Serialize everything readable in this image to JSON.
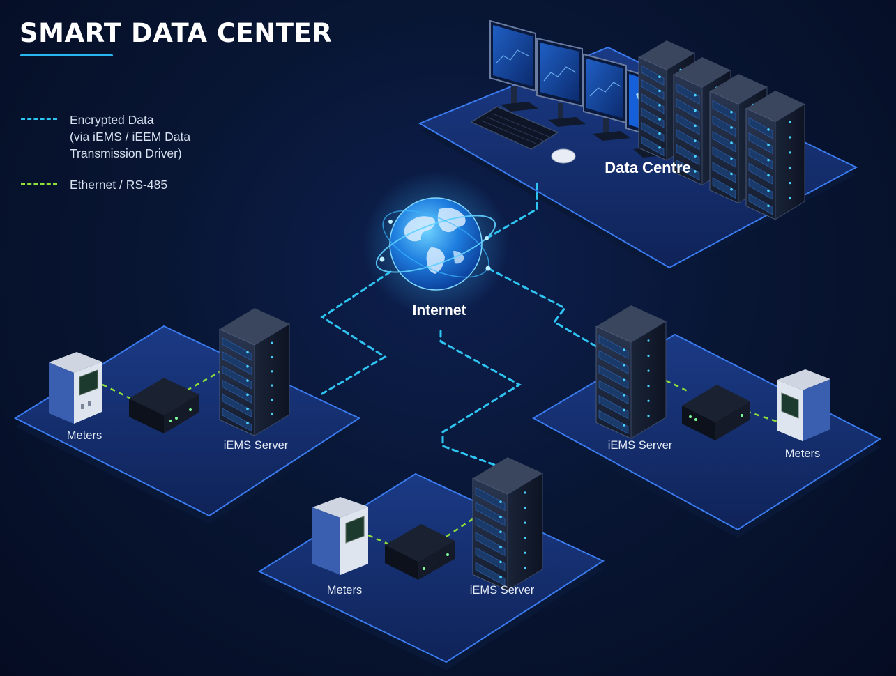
{
  "header": {
    "title": "SMART DATA CENTER"
  },
  "legend": [
    {
      "icon": "dashed-line-cyan",
      "color": "#2ec5f2",
      "label": "Encrypted Data\n(via iEMS / iEEM Data\nTransmission Driver)"
    },
    {
      "icon": "dashed-line-green",
      "color": "#8ee03a",
      "label": "Ethernet / RS-485"
    }
  ],
  "nodes": {
    "data_centre": {
      "label": "Data Centre"
    },
    "internet": {
      "label": "Internet"
    },
    "site_left": {
      "meters_label": "Meters",
      "server_label": "iEMS Server"
    },
    "site_right": {
      "meters_label": "Meters",
      "server_label": "iEMS Server"
    },
    "site_bottom": {
      "meters_label": "Meters",
      "server_label": "iEMS Server"
    }
  },
  "colors": {
    "background": "#081634",
    "platform": "#15306e",
    "platform_edge": "#2f6fe0",
    "encrypted_link": "#2ec5f2",
    "ethernet_link": "#8ee03a"
  }
}
